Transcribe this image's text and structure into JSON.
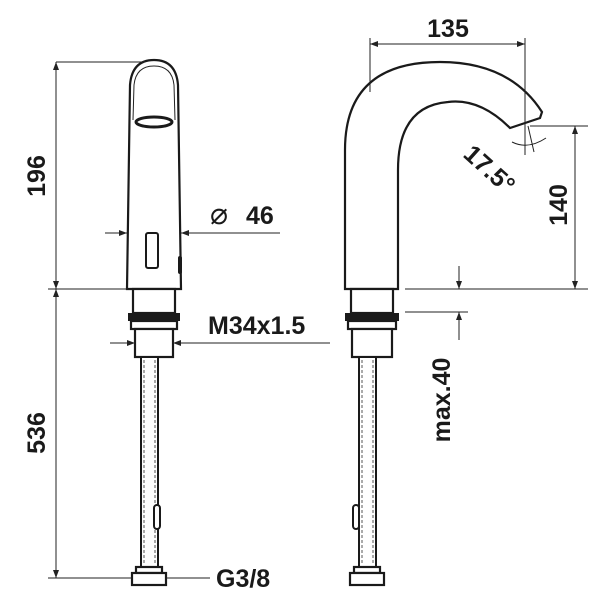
{
  "dimensions": {
    "front_height": "196",
    "hose_length": "536",
    "diameter": "46",
    "diameter_symbol": "⌀",
    "thread": "M34x1.5",
    "connection": "G3/8",
    "reach": "135",
    "outlet_height": "140",
    "angle": "17.5°",
    "max_thickness": "max.40"
  },
  "colors": {
    "line": "#1a1a1a",
    "background": "#ffffff"
  }
}
